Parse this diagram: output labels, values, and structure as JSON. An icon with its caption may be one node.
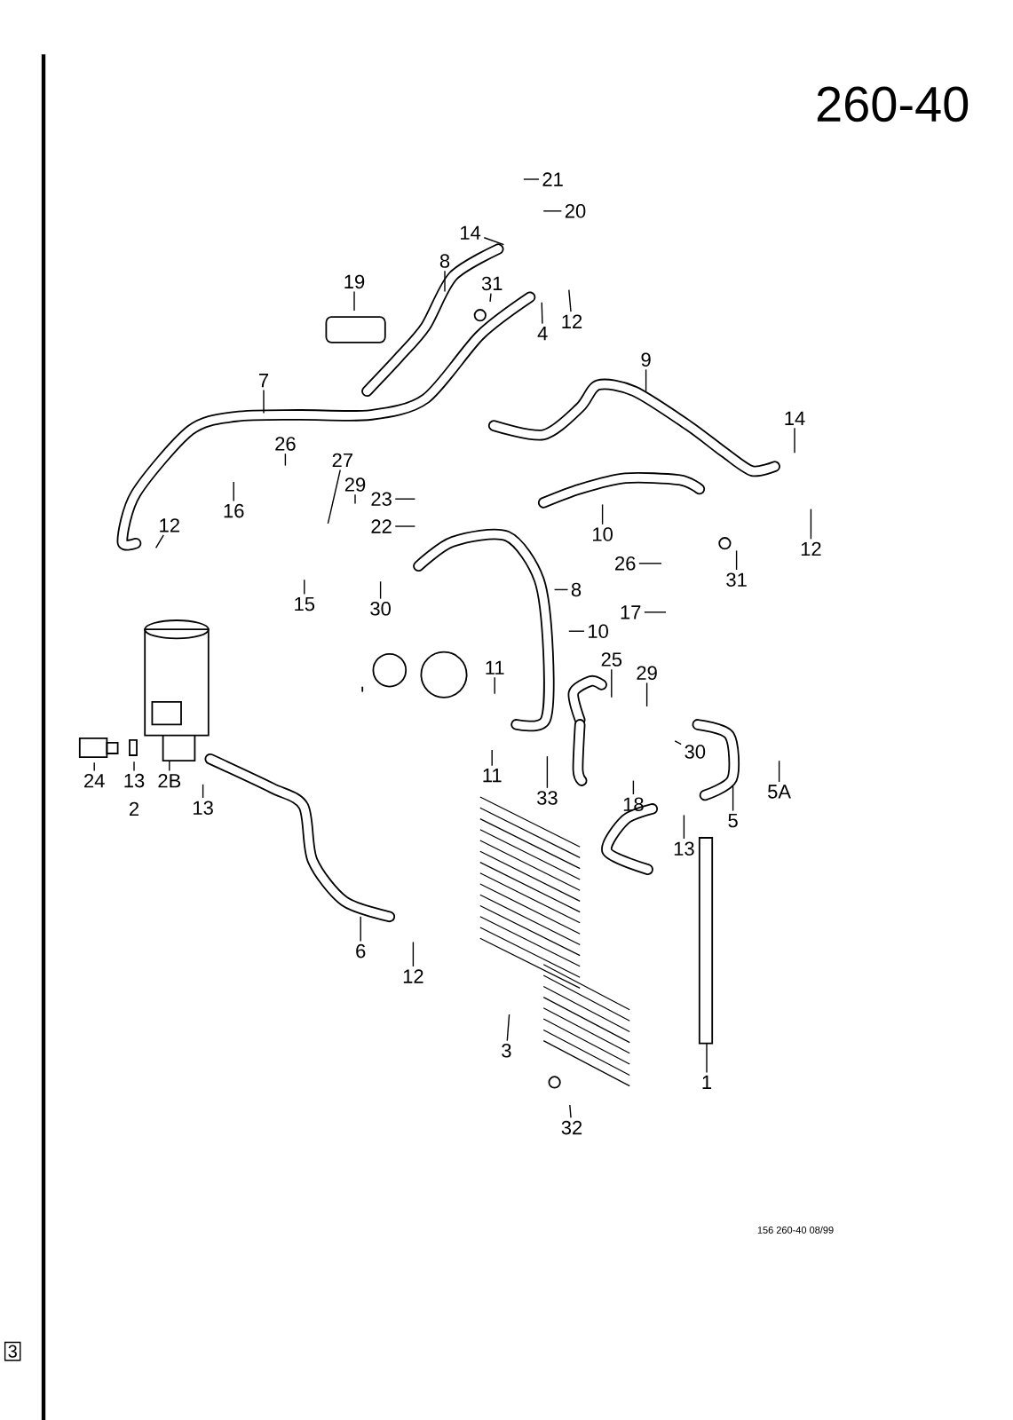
{
  "diagram": {
    "title": "260-40",
    "nodes": [
      {
        "text": [
          "21"
        ]
      },
      {
        "text": [
          "20"
        ]
      },
      {
        "text": [
          "14"
        ]
      },
      {
        "text": [
          "8"
        ]
      },
      {
        "text": [
          "19"
        ]
      },
      {
        "text": [
          "31"
        ]
      },
      {
        "text": [
          "12"
        ]
      },
      {
        "text": [
          "4"
        ]
      },
      {
        "text": [
          "9"
        ]
      },
      {
        "text": [
          "7"
        ]
      },
      {
        "text": [
          "14"
        ]
      },
      {
        "text": [
          "26"
        ]
      },
      {
        "text": [
          "27"
        ]
      },
      {
        "text": [
          "29"
        ]
      },
      {
        "text": [
          "23"
        ]
      },
      {
        "text": [
          "22"
        ]
      },
      {
        "text": [
          "16"
        ]
      },
      {
        "text": [
          "12"
        ]
      },
      {
        "text": [
          "12"
        ]
      },
      {
        "text": [
          "10"
        ]
      },
      {
        "text": [
          "26"
        ]
      },
      {
        "text": [
          "31"
        ]
      },
      {
        "text": [
          "8"
        ]
      },
      {
        "text": [
          "15"
        ]
      },
      {
        "text": [
          "30"
        ]
      },
      {
        "text": [
          "17"
        ]
      },
      {
        "text": [
          "10"
        ]
      },
      {
        "text": [
          "25"
        ]
      },
      {
        "text": [
          "29"
        ]
      },
      {
        "text": [
          "11"
        ]
      },
      {
        "text": [
          "30"
        ]
      },
      {
        "text": [
          "11"
        ]
      },
      {
        "text": [
          "33"
        ]
      },
      {
        "text": [
          "18"
        ]
      },
      {
        "text": [
          "5A"
        ]
      },
      {
        "text": [
          "5"
        ]
      },
      {
        "text": [
          "24"
        ]
      },
      {
        "text": [
          "13"
        ]
      },
      {
        "text": [
          "2B"
        ]
      },
      {
        "text": [
          "13"
        ]
      },
      {
        "text": [
          "13"
        ]
      },
      {
        "text": [
          "6"
        ]
      },
      {
        "text": [
          "12"
        ]
      },
      {
        "text": [
          "3"
        ]
      },
      {
        "text": [
          "1"
        ]
      },
      {
        "text": [
          "32"
        ]
      }
    ],
    "edges": [
      {
        "from": 0,
        "to": null,
        "arrow": "none"
      },
      {
        "from": 1,
        "to": null,
        "arrow": "none"
      },
      {
        "from": 2,
        "to": null,
        "arrow": "none"
      },
      {
        "from": 3,
        "to": null,
        "arrow": "none"
      },
      {
        "from": 4,
        "to": null,
        "arrow": "none"
      },
      {
        "from": 5,
        "to": null,
        "arrow": "none"
      },
      {
        "from": 6,
        "to": null,
        "arrow": "none"
      },
      {
        "from": 7,
        "to": null,
        "arrow": "none"
      },
      {
        "from": 8,
        "to": null,
        "arrow": "none"
      },
      {
        "from": 9,
        "to": null,
        "arrow": "none"
      },
      {
        "from": 10,
        "to": null,
        "arrow": "none"
      },
      {
        "from": 11,
        "to": null,
        "arrow": "none"
      },
      {
        "from": 12,
        "to": null,
        "arrow": "none"
      },
      {
        "from": 13,
        "to": null,
        "arrow": "none"
      },
      {
        "from": 14,
        "to": null,
        "arrow": "none"
      },
      {
        "from": 15,
        "to": null,
        "arrow": "none"
      },
      {
        "from": 16,
        "to": null,
        "arrow": "none"
      },
      {
        "from": 17,
        "to": null,
        "arrow": "none"
      },
      {
        "from": 18,
        "to": null,
        "arrow": "none"
      },
      {
        "from": 19,
        "to": null,
        "arrow": "none"
      },
      {
        "from": 20,
        "to": null,
        "arrow": "none"
      },
      {
        "from": 21,
        "to": null,
        "arrow": "none"
      },
      {
        "from": 22,
        "to": null,
        "arrow": "none"
      },
      {
        "from": 23,
        "to": null,
        "arrow": "none"
      },
      {
        "from": 24,
        "to": null,
        "arrow": "none"
      },
      {
        "from": 25,
        "to": null,
        "arrow": "none"
      },
      {
        "from": 26,
        "to": null,
        "arrow": "none"
      },
      {
        "from": 27,
        "to": null,
        "arrow": "none"
      },
      {
        "from": 28,
        "to": null,
        "arrow": "none"
      },
      {
        "from": 29,
        "to": null,
        "arrow": "none"
      },
      {
        "from": 30,
        "to": null,
        "arrow": "none"
      },
      {
        "from": 31,
        "to": null,
        "arrow": "none"
      },
      {
        "from": 32,
        "to": null,
        "arrow": "none"
      },
      {
        "from": 33,
        "to": null,
        "arrow": "none"
      },
      {
        "from": 34,
        "to": null,
        "arrow": "none"
      },
      {
        "from": 35,
        "to": null,
        "arrow": "none"
      },
      {
        "from": 36,
        "to": null,
        "arrow": "none"
      },
      {
        "from": 37,
        "to": null,
        "arrow": "none"
      },
      {
        "from": 38,
        "to": null,
        "arrow": "none"
      },
      {
        "from": 39,
        "to": null,
        "arrow": "none"
      },
      {
        "from": 40,
        "to": null,
        "arrow": "none"
      },
      {
        "from": 41,
        "to": null,
        "arrow": "none"
      },
      {
        "from": 42,
        "to": null,
        "arrow": "none"
      },
      {
        "from": 43,
        "to": null,
        "arrow": "none"
      },
      {
        "from": 44,
        "to": null,
        "arrow": "none"
      },
      {
        "from": 45,
        "to": null,
        "arrow": "none"
      }
    ],
    "labels": [
      "2",
      "156 260-40 08/99",
      "3"
    ]
  }
}
